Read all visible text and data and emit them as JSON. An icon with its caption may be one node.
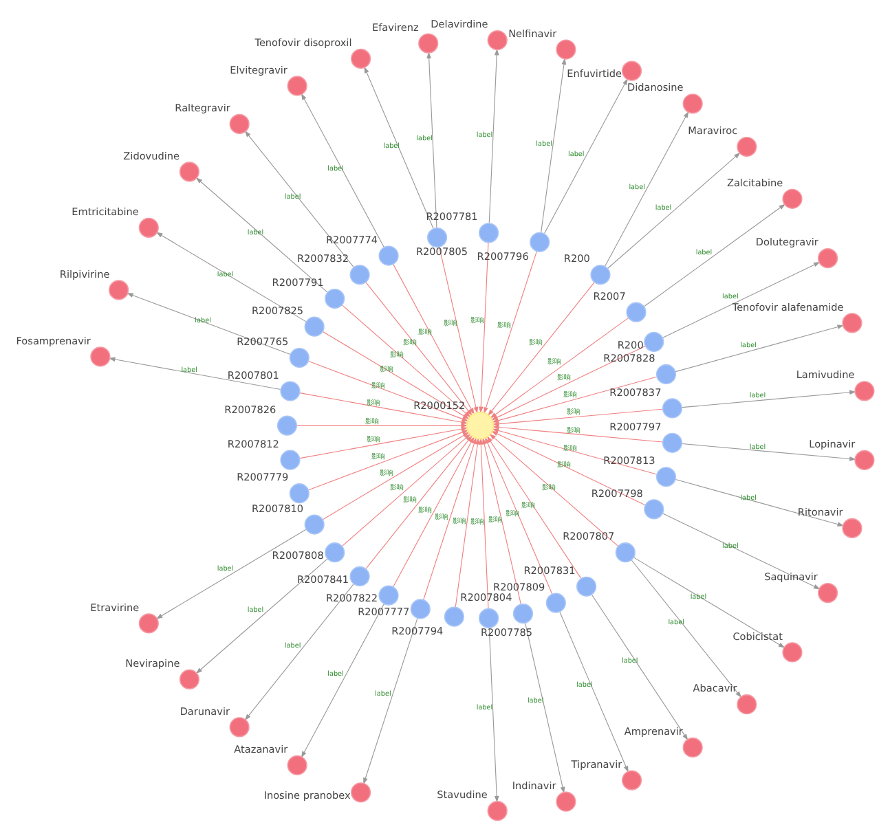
{
  "diagram": {
    "nodes": [
      {
        "text": [
          "R2000152"
        ]
      },
      {
        "text": [
          "R2007765"
        ]
      },
      {
        "text": [
          "R2007825"
        ]
      },
      {
        "text": [
          "R2007791"
        ]
      },
      {
        "text": [
          "R2007832"
        ]
      },
      {
        "text": [
          "R2007774"
        ]
      },
      {
        "text": [
          "R2007805"
        ]
      },
      {
        "text": [
          "R2007781"
        ]
      },
      {
        "text": [
          "R2007796"
        ]
      },
      {
        "text": [
          "R200"
        ]
      },
      {
        "text": [
          "R2007"
        ]
      },
      {
        "text": [
          "R200"
        ]
      },
      {
        "text": [
          "R2007828"
        ]
      },
      {
        "text": [
          "R2007837"
        ]
      },
      {
        "text": [
          "R2007797"
        ]
      },
      {
        "text": [
          "R2007813"
        ]
      },
      {
        "text": [
          "R2007798"
        ]
      },
      {
        "text": [
          "R2007807"
        ]
      },
      {
        "text": [
          "R2007831"
        ]
      },
      {
        "text": [
          "R2007809"
        ]
      },
      {
        "text": [
          "R2007804"
        ]
      },
      {
        "text": [
          "R2007785"
        ]
      },
      {
        "text": [
          "R2007794"
        ]
      },
      {
        "text": [
          "R2007777"
        ]
      },
      {
        "text": [
          "R2007822"
        ]
      },
      {
        "text": [
          "R2007841"
        ]
      },
      {
        "text": [
          "R2007808"
        ]
      },
      {
        "text": [
          "R2007810"
        ]
      },
      {
        "text": [
          "R2007779"
        ]
      },
      {
        "text": [
          "R2007812"
        ]
      },
      {
        "text": [
          "R2007826"
        ]
      },
      {
        "text": [
          "R2007801"
        ]
      },
      {
        "text": [
          "Fosamprenavir"
        ]
      },
      {
        "text": [
          "Rilpivirine"
        ]
      },
      {
        "text": [
          "Emtricitabine"
        ]
      },
      {
        "text": [
          "Zidovudine"
        ]
      },
      {
        "text": [
          "Raltegravir"
        ]
      },
      {
        "text": [
          "Elvitegravir"
        ]
      },
      {
        "text": [
          "Efavirenz"
        ]
      },
      {
        "text": [
          "Tenofovir disoproxil"
        ]
      },
      {
        "text": [
          "Delavirdine"
        ]
      },
      {
        "text": [
          "Enfuvirtide"
        ]
      },
      {
        "text": [
          "Nelfinavir"
        ]
      },
      {
        "text": [
          "Maraviroc"
        ]
      },
      {
        "text": [
          "Zalcitabine"
        ]
      },
      {
        "text": [
          "Didanosine"
        ]
      },
      {
        "text": [
          "Dolutegravir"
        ]
      },
      {
        "text": [
          "Tenofovir alafenamide"
        ]
      },
      {
        "text": [
          "Lamivudine"
        ]
      },
      {
        "text": [
          "Saquinavir"
        ]
      },
      {
        "text": [
          "Lopinavir"
        ]
      },
      {
        "text": [
          "Ritonavir"
        ]
      },
      {
        "text": [
          "Amprenavir"
        ]
      },
      {
        "text": [
          "Abacavir"
        ]
      },
      {
        "text": [
          "Cobicistat"
        ]
      },
      {
        "text": [
          "Tipranavir"
        ]
      },
      {
        "text": [
          "Indinavir"
        ]
      },
      {
        "text": [
          "Stavudine"
        ]
      },
      {
        "text": [
          "Etravirine"
        ]
      },
      {
        "text": [
          "Inosine pranobex"
        ]
      },
      {
        "text": [
          "Atazanavir"
        ]
      },
      {
        "text": [
          "Darunavir"
        ]
      },
      {
        "text": [
          "Nevirapine"
        ]
      }
    ],
    "edges": [
      {
        "from": 1,
        "to": 0,
        "arrow": "to",
        "label": "影响",
        "color": "#f08080"
      },
      {
        "from": 2,
        "to": 0,
        "arrow": "to",
        "label": "影响",
        "color": "#f08080"
      },
      {
        "from": 3,
        "to": 0,
        "arrow": "to",
        "label": "影响",
        "color": "#f08080"
      },
      {
        "from": 4,
        "to": 0,
        "arrow": "to",
        "label": "影响",
        "color": "#f08080"
      },
      {
        "from": 5,
        "to": 0,
        "arrow": "to",
        "label": "影响",
        "color": "#f08080"
      },
      {
        "from": 6,
        "to": 0,
        "arrow": "to",
        "label": "影响",
        "color": "#f08080"
      },
      {
        "from": 7,
        "to": 0,
        "arrow": "to",
        "label": "影响",
        "color": "#f08080"
      },
      {
        "from": 8,
        "to": 0,
        "arrow": "to",
        "label": "影响",
        "color": "#f08080"
      },
      {
        "from": 9,
        "to": 0,
        "arrow": "to",
        "label": "影响",
        "color": "#f08080"
      },
      {
        "from": 10,
        "to": 0,
        "arrow": "to",
        "label": "影响",
        "color": "#f08080"
      },
      {
        "from": 11,
        "to": 0,
        "arrow": "to",
        "label": "影响",
        "color": "#f08080"
      },
      {
        "from": 12,
        "to": 0,
        "arrow": "to",
        "label": "影响",
        "color": "#f08080"
      },
      {
        "from": 13,
        "to": 0,
        "arrow": "to",
        "label": "影响",
        "color": "#f08080"
      },
      {
        "from": 14,
        "to": 0,
        "arrow": "to",
        "label": "影响",
        "color": "#f08080"
      },
      {
        "from": 15,
        "to": 0,
        "arrow": "to",
        "label": "影响",
        "color": "#f08080"
      },
      {
        "from": 16,
        "to": 0,
        "arrow": "to",
        "label": "影响",
        "color": "#f08080"
      },
      {
        "from": 17,
        "to": 0,
        "arrow": "to",
        "label": "影响",
        "color": "#f08080"
      },
      {
        "from": 18,
        "to": 0,
        "arrow": "to",
        "label": "影响",
        "color": "#f08080"
      },
      {
        "from": 19,
        "to": 0,
        "arrow": "to",
        "label": "影响",
        "color": "#f08080"
      },
      {
        "from": 20,
        "to": 0,
        "arrow": "to",
        "label": "影响",
        "color": "#f08080"
      },
      {
        "from": 21,
        "to": 0,
        "arrow": "to",
        "label": "影响",
        "color": "#f08080"
      },
      {
        "from": 22,
        "to": 0,
        "arrow": "to",
        "label": "影响",
        "color": "#f08080"
      },
      {
        "from": 23,
        "to": 0,
        "arrow": "to",
        "label": "影响",
        "color": "#f08080"
      },
      {
        "from": 24,
        "to": 0,
        "arrow": "to",
        "label": "影响",
        "color": "#f08080"
      },
      {
        "from": 25,
        "to": 0,
        "arrow": "to",
        "label": "影响",
        "color": "#f08080"
      },
      {
        "from": 26,
        "to": 0,
        "arrow": "to",
        "label": "影响",
        "color": "#f08080"
      },
      {
        "from": 27,
        "to": 0,
        "arrow": "to",
        "label": "影响",
        "color": "#f08080"
      },
      {
        "from": 28,
        "to": 0,
        "arrow": "to",
        "label": "影响",
        "color": "#f08080"
      },
      {
        "from": 29,
        "to": 0,
        "arrow": "to",
        "label": "影响",
        "color": "#f08080"
      },
      {
        "from": 30,
        "to": 0,
        "arrow": "to",
        "label": "影响",
        "color": "#f08080"
      },
      {
        "from": 31,
        "to": 0,
        "arrow": "to",
        "label": "影响",
        "color": "#f08080"
      },
      {
        "from": 31,
        "to": 32,
        "arrow": "to",
        "label": "label"
      },
      {
        "from": 1,
        "to": 33,
        "arrow": "to",
        "label": "label"
      },
      {
        "from": 2,
        "to": 34,
        "arrow": "to",
        "label": "label"
      },
      {
        "from": 3,
        "to": 35,
        "arrow": "to",
        "label": "label"
      },
      {
        "from": 4,
        "to": 36,
        "arrow": "to",
        "label": "label"
      },
      {
        "from": 5,
        "to": 37,
        "arrow": "to",
        "label": "label"
      },
      {
        "from": 6,
        "to": 38,
        "arrow": "to",
        "label": "label"
      },
      {
        "from": 6,
        "to": 39,
        "arrow": "to",
        "label": "label"
      },
      {
        "from": 7,
        "to": 40,
        "arrow": "to",
        "label": "label"
      },
      {
        "from": 8,
        "to": 41,
        "arrow": "to",
        "label": "label"
      },
      {
        "from": 8,
        "to": 42,
        "arrow": "to",
        "label": "label"
      },
      {
        "from": 9,
        "to": 43,
        "arrow": "to",
        "label": "label"
      },
      {
        "from": 10,
        "to": 44,
        "arrow": "to",
        "label": "label"
      },
      {
        "from": 9,
        "to": 45,
        "arrow": "to",
        "label": "label"
      },
      {
        "from": 11,
        "to": 46,
        "arrow": "to",
        "label": "label"
      },
      {
        "from": 12,
        "to": 47,
        "arrow": "to",
        "label": "label"
      },
      {
        "from": 13,
        "to": 48,
        "arrow": "to",
        "label": "label"
      },
      {
        "from": 16,
        "to": 49,
        "arrow": "to",
        "label": "label"
      },
      {
        "from": 14,
        "to": 50,
        "arrow": "to",
        "label": "label"
      },
      {
        "from": 15,
        "to": 51,
        "arrow": "to",
        "label": "label"
      },
      {
        "from": 18,
        "to": 52,
        "arrow": "to",
        "label": "label"
      },
      {
        "from": 17,
        "to": 53,
        "arrow": "to",
        "label": "label"
      },
      {
        "from": 17,
        "to": 54,
        "arrow": "to",
        "label": "label"
      },
      {
        "from": 19,
        "to": 55,
        "arrow": "to",
        "label": "label"
      },
      {
        "from": 20,
        "to": 56,
        "arrow": "to",
        "label": "label"
      },
      {
        "from": 21,
        "to": 57,
        "arrow": "to",
        "label": "label"
      },
      {
        "from": 27,
        "to": 58,
        "arrow": "to",
        "label": "label"
      },
      {
        "from": 23,
        "to": 59,
        "arrow": "to",
        "label": "label"
      },
      {
        "from": 24,
        "to": 60,
        "arrow": "to",
        "label": "label"
      },
      {
        "from": 25,
        "to": 61,
        "arrow": "to",
        "label": "label"
      },
      {
        "from": 26,
        "to": 62,
        "arrow": "to",
        "label": "label"
      }
    ]
  }
}
